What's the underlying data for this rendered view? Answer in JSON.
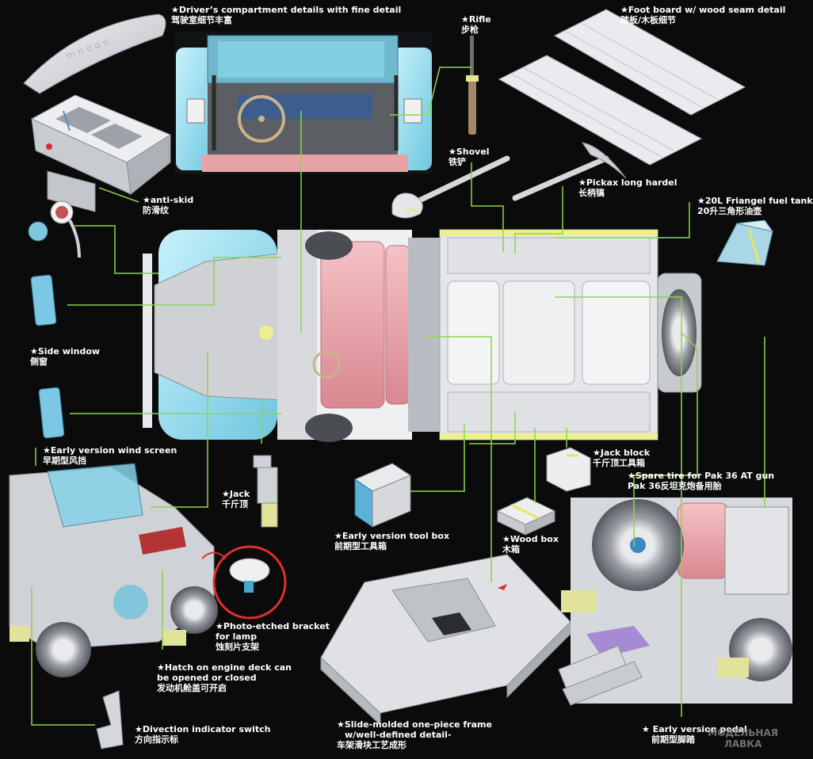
{
  "labels": {
    "drivers_compartment": {
      "en": "★Driver’s compartment details with fine detail",
      "cn": "驾驶室细节丰富"
    },
    "rifle": {
      "en": "★Rifle",
      "cn": "步枪"
    },
    "foot_board": {
      "en": "★Foot board w/ wood seam detail",
      "cn": "踏板/木板细节"
    },
    "shovel": {
      "en": "★Shovel",
      "cn": "铁铲"
    },
    "pickax": {
      "en": "★Pickax long hardel",
      "cn": "长柄镐"
    },
    "fuel_tank": {
      "en": "★20L Friangel fuel tank",
      "cn": "20升三角形油壶"
    },
    "anti_skid": {
      "en": "★anti-skid",
      "cn": "防滑纹"
    },
    "side_window": {
      "en": "★Side window",
      "cn": "侧窗"
    },
    "wind_screen": {
      "en": "★Early version wind screen",
      "cn": "早期型风挡"
    },
    "jack": {
      "en": "★Jack",
      "cn": "千斤顶"
    },
    "jack_block": {
      "en": "★Jack block",
      "cn": "千斤顶工具箱"
    },
    "spare_tire": {
      "en": "★Spare tire for Pak 36 AT gun",
      "cn": "Pak 36反坦克炮备用胎"
    },
    "tool_box": {
      "en": "★Early version tool box",
      "cn": "前期型工具箱"
    },
    "wood_box": {
      "en": "★Wood box",
      "cn": "木箱"
    },
    "photo_etched": {
      "en": "★Photo-etched bracket",
      "en2": "for lamp",
      "cn": "蚀刻片支架"
    },
    "hatch": {
      "en": "★Hatch on engine deck can",
      "en2": "be opened or closed",
      "cn": "发动机舱盖可开启"
    },
    "direction_switch": {
      "en": "★Divection indicator switch",
      "cn": "方向指示标"
    },
    "frame": {
      "en": "★Slide-molded one-piece frame",
      "en2": "w/well-defined detail-",
      "cn": "车架滑块工艺成形"
    },
    "pedal": {
      "en": "★ Early version pedal",
      "cn": "前期型脚踏"
    }
  },
  "watermark": {
    "line1": "МОДЕЛЬНАЯ",
    "line2": "ЛАВКА"
  },
  "colors": {
    "background": "#0b0b0c",
    "leader_line": "#8cd64a",
    "model_grey": "#d9dadc",
    "cab_blue": "#9fe0f0",
    "seat_pink": "#e8a2a8",
    "accent_yellow": "#eef08c",
    "lamp_circle_red": "#e0302a"
  }
}
